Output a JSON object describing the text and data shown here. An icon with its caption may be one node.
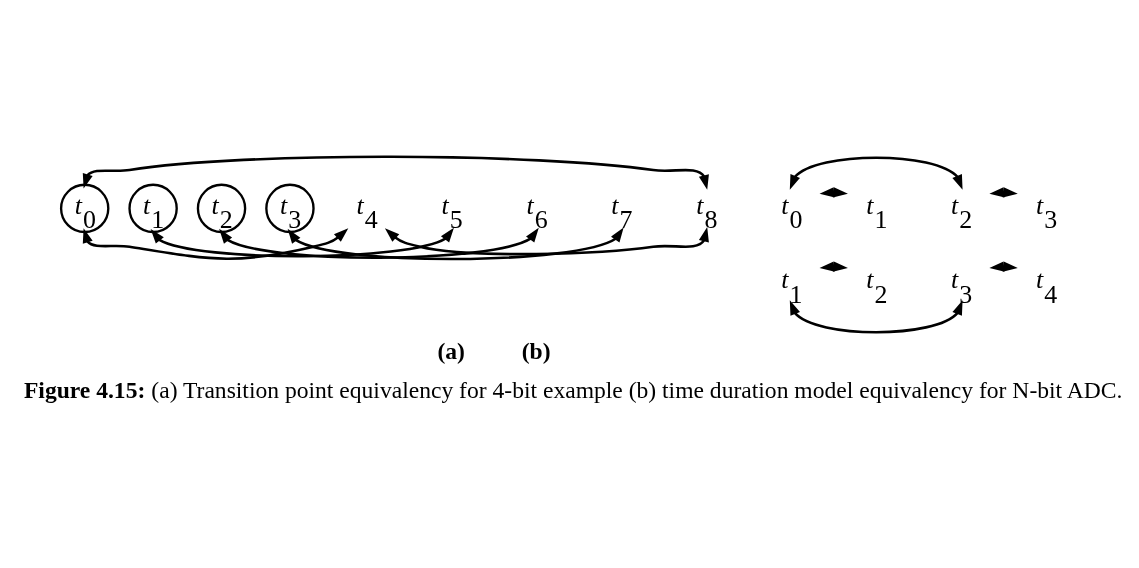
{
  "diagram": {
    "caption": "**Figure 4.15:** (a) Transition point equivalency for 4-bit example (b) time duration model equivalency for N-bit ADC.",
    "nodes": [
      {
        "text": [
          "t$_{0}$"
        ]
      },
      {
        "text": [
          "t$_{1}$"
        ]
      },
      {
        "text": [
          "t$_{2}$"
        ]
      },
      {
        "text": [
          "t$_{3}$"
        ]
      },
      {
        "text": [
          "t$_{4}$"
        ]
      },
      {
        "text": [
          "t$_{5}$"
        ]
      },
      {
        "text": [
          "t$_{6}$"
        ]
      },
      {
        "text": [
          "t$_{7}$"
        ]
      },
      {
        "text": [
          "t$_{8}$"
        ]
      },
      {
        "text": [
          "t$_{0}$"
        ]
      },
      {
        "text": [
          "t$_{1}$"
        ]
      },
      {
        "text": [
          "t$_{2}$"
        ]
      },
      {
        "text": [
          "t$_{3}$"
        ]
      },
      {
        "text": [
          "t$_{1}$"
        ]
      },
      {
        "text": [
          "t$_{2}$"
        ]
      },
      {
        "text": [
          "t$_{3}$"
        ]
      },
      {
        "text": [
          "t$_{4}$"
        ]
      }
    ],
    "edges": [
      {
        "from": 0,
        "to": 8,
        "arrow": "both"
      },
      {
        "from": 0,
        "to": 4,
        "arrow": "both"
      },
      {
        "from": 1,
        "to": 5,
        "arrow": "both"
      },
      {
        "from": 2,
        "to": 6,
        "arrow": "both"
      },
      {
        "from": 3,
        "to": 7,
        "arrow": "both"
      },
      {
        "from": 4,
        "to": 8,
        "arrow": "both"
      },
      {
        "from": 9,
        "to": 10,
        "arrow": "both"
      },
      {
        "from": 11,
        "to": 12,
        "arrow": "both"
      },
      {
        "from": 9,
        "to": 11,
        "arrow": "both"
      },
      {
        "from": 13,
        "to": 14,
        "arrow": "both"
      },
      {
        "from": 15,
        "to": 16,
        "arrow": "both"
      },
      {
        "from": 13,
        "to": 15,
        "arrow": "both"
      }
    ],
    "labels": [
      "(a)",
      "(b)"
    ]
  }
}
